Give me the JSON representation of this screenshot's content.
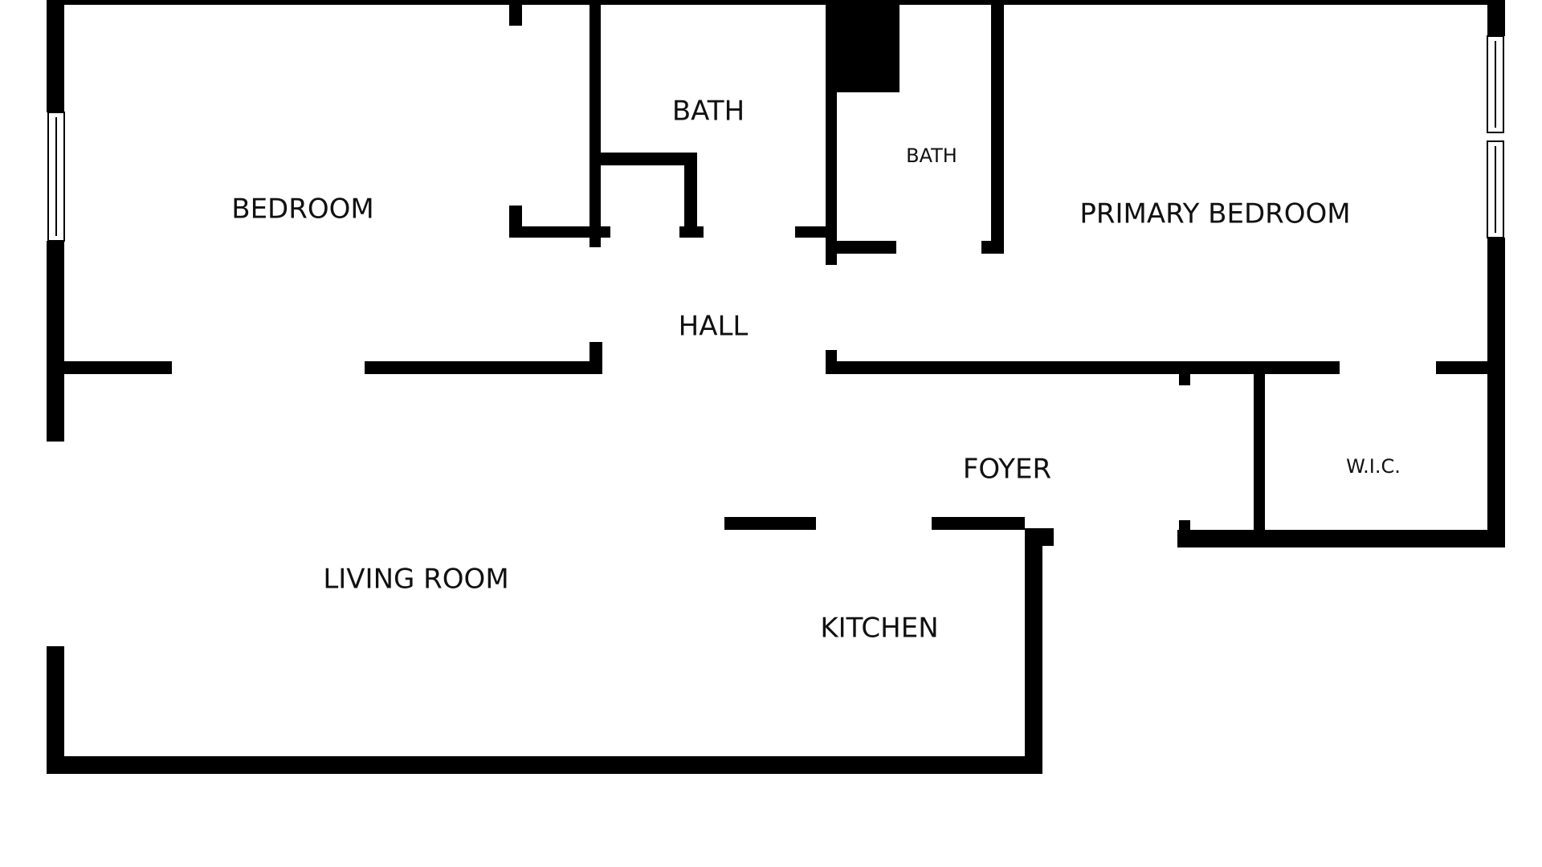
{
  "floorplan": {
    "rooms": {
      "bedroom": "BEDROOM",
      "bath_1": "BATH",
      "bath_2": "BATH",
      "primary_bedroom": "PRIMARY BEDROOM",
      "hall": "HALL",
      "foyer": "FOYER",
      "wic": "W.I.C.",
      "living_room": "LIVING ROOM",
      "kitchen": "KITCHEN"
    },
    "colors": {
      "wall": "#000000",
      "background": "#ffffff"
    }
  }
}
